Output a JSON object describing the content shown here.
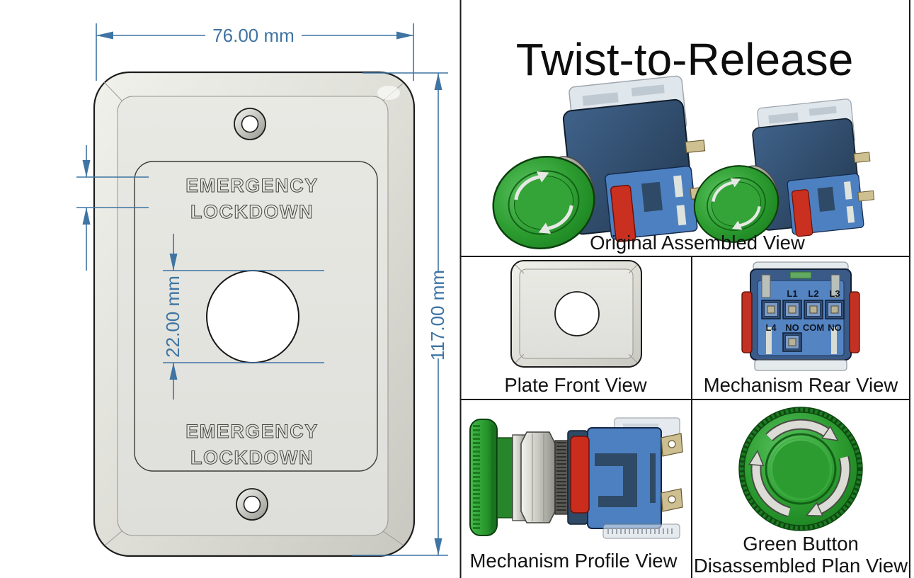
{
  "drawing": {
    "width_dimension": "76.00 mm",
    "height_dimension": "117.00 mm",
    "hole_dimension": "22.00 mm",
    "engraving": {
      "line1": "EMERGENCY",
      "line2": "LOCKDOWN"
    }
  },
  "panel": {
    "title": "Twist-to-Release",
    "captions": {
      "assembled": "Original Assembled View",
      "plate_front": "Plate Front View",
      "mechanism_rear": "Mechanism Rear View",
      "mechanism_profile": "Mechanism Profile View",
      "green_button_1": "Green Button",
      "green_button_2": "Disassembled Plan View"
    },
    "rear_terminal_labels": {
      "top": [
        "L1",
        "L2",
        "L3"
      ],
      "bottom": [
        "L4",
        "NO",
        "COM",
        "NO"
      ]
    }
  },
  "colors": {
    "dimension_blue": "#3f74a3",
    "button_green": "#2c9c30",
    "mechanism_blue": "#4c80c1",
    "latch_red": "#c62f1e",
    "plate_grey": "#e4e4df"
  }
}
